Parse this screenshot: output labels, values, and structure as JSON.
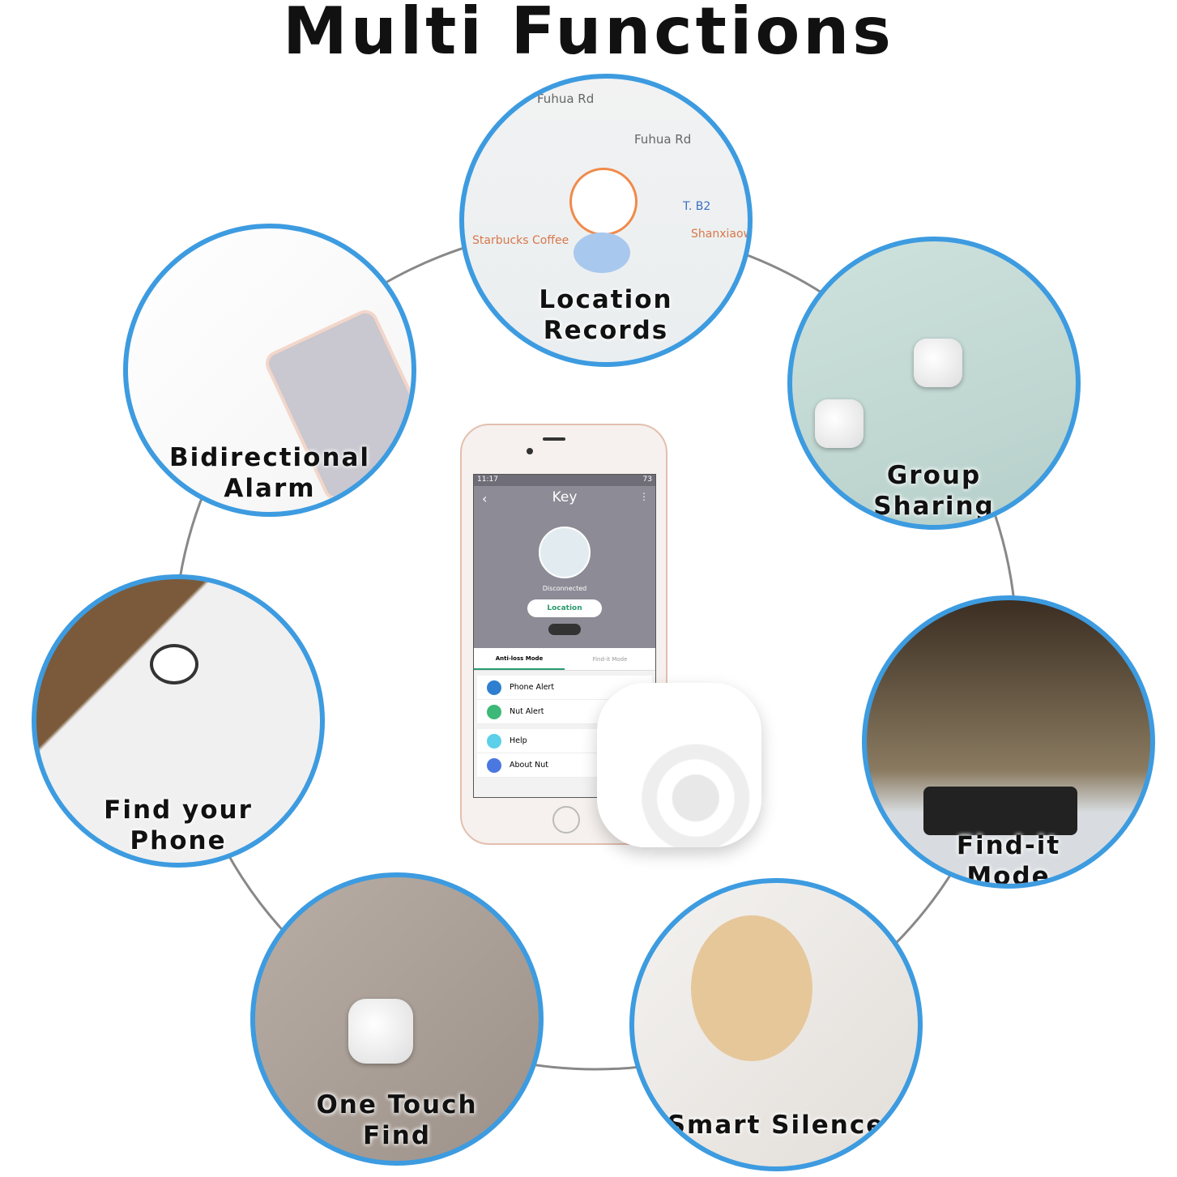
{
  "title": "Multi Functions",
  "features": [
    {
      "label": [
        "Location",
        "Records"
      ],
      "map_labels": [
        "Fuhua Rd",
        "Fuhua Rd",
        "Starbucks Coffee",
        "T. B2",
        "Shanxiaow"
      ]
    },
    {
      "label": [
        "Bidirectional",
        "Alarm"
      ]
    },
    {
      "label": [
        "Group",
        "Sharing"
      ]
    },
    {
      "label": [
        "Find your",
        "Phone"
      ]
    },
    {
      "label": [
        "Find-it",
        "Mode"
      ]
    },
    {
      "label": [
        "One Touch",
        "Find"
      ]
    },
    {
      "label": [
        "Smart Silence"
      ]
    }
  ],
  "phone": {
    "time": "11:17",
    "battery": "73",
    "title": "Key",
    "status": "Disconnected",
    "location_button": "Location",
    "tabs": [
      "Anti-loss Mode",
      "Find-it Mode"
    ],
    "menu": [
      {
        "label": "Phone Alert",
        "color": "#2f7fd0"
      },
      {
        "label": "Nut Alert",
        "color": "#3cb878"
      },
      {
        "label": "Help",
        "color": "#5bd0e8"
      },
      {
        "label": "About Nut",
        "color": "#4a78e0"
      }
    ]
  },
  "colors": {
    "ring_border": "#3d9be0",
    "connector": "#888888"
  }
}
